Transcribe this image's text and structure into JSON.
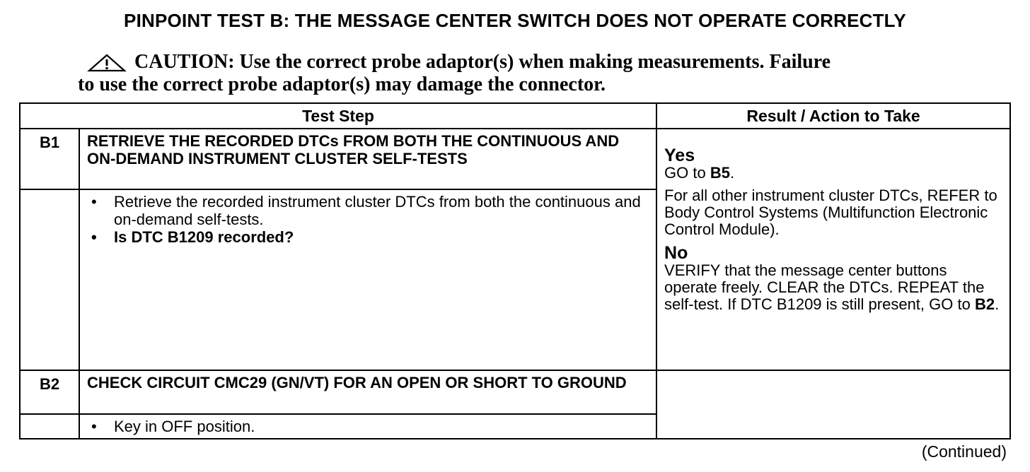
{
  "title": "PINPOINT TEST B: THE MESSAGE CENTER SWITCH DOES NOT OPERATE CORRECTLY",
  "caution": {
    "icon": "warning-triangle-icon",
    "line1": "CAUTION: Use the correct probe adaptor(s) when making measurements. Failure",
    "line2": "to use the correct probe adaptor(s) may damage the connector."
  },
  "table": {
    "headers": {
      "test_step": "Test Step",
      "result": "Result / Action to Take"
    },
    "b1": {
      "id": "B1",
      "title": "RETRIEVE THE RECORDED DTCs FROM BOTH THE CONTINUOUS AND ON-DEMAND INSTRUMENT CLUSTER SELF-TESTS",
      "bullets": [
        "Retrieve the recorded instrument cluster DTCs from both the continuous and on-demand self-tests.",
        "Is DTC B1209 recorded?"
      ],
      "result": {
        "yes": "Yes",
        "yes_go": "GO to ",
        "yes_target": "B5",
        "yes_end": ".",
        "yes_other": "For all other instrument cluster DTCs, REFER to Body Control Systems (Multifunction Electronic Control Module).",
        "no": "No",
        "no_text": "VERIFY that the message center buttons operate freely. CLEAR the DTCs. REPEAT the self-test. If DTC B1209 is still present, GO to ",
        "no_target": "B2",
        "no_end": "."
      }
    },
    "b2": {
      "id": "B2",
      "title": "CHECK CIRCUIT CMC29 (GN/VT) FOR AN OPEN OR SHORT TO GROUND",
      "bullets": [
        "Key in OFF position."
      ]
    }
  },
  "continued": "(Continued)"
}
